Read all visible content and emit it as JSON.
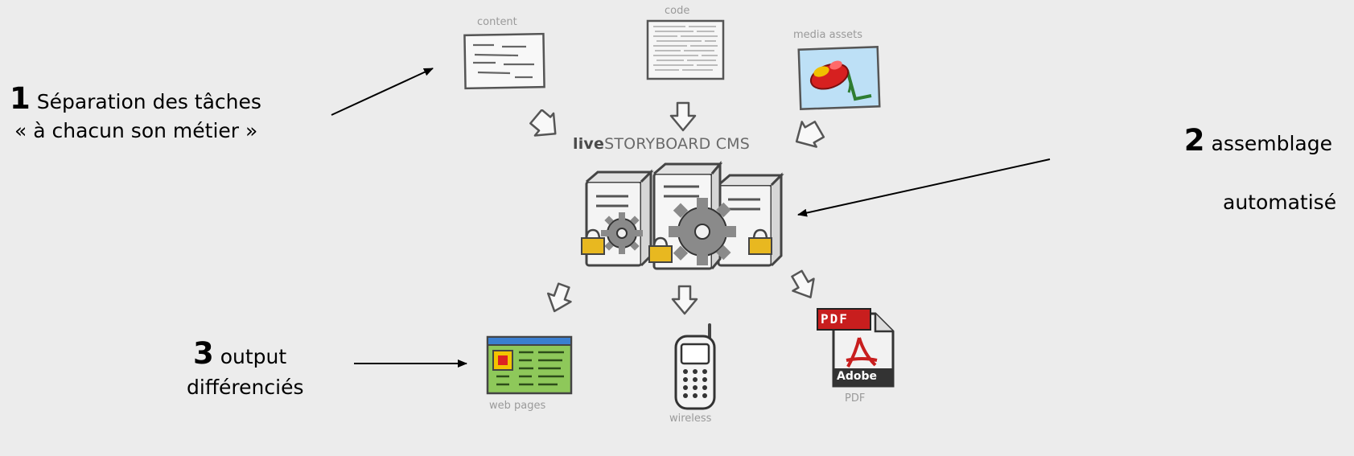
{
  "inputs": {
    "content": "content",
    "code": "code",
    "media": "media assets"
  },
  "cms": {
    "prefix": "live",
    "name": "STORYBOARD CMS"
  },
  "outputs": {
    "web": "web pages",
    "wireless": "wireless",
    "pdf": "PDF",
    "pdf_badge": "PDF",
    "adobe": "Adobe"
  },
  "callouts": {
    "one": {
      "num": "1",
      "line1": "Séparation des tâches",
      "line2": "« à chacun son métier »"
    },
    "two": {
      "num": "2",
      "line1": "assemblage",
      "line2": "automatisé"
    },
    "three": {
      "num": "3",
      "line1": "output",
      "line2": "différenciés"
    }
  },
  "colors": {
    "background": "#ececec",
    "pdf_red": "#c81e1e",
    "lock_gold": "#e8b820",
    "web_green": "#6fae3e",
    "media_blue": "#bde0f6"
  }
}
